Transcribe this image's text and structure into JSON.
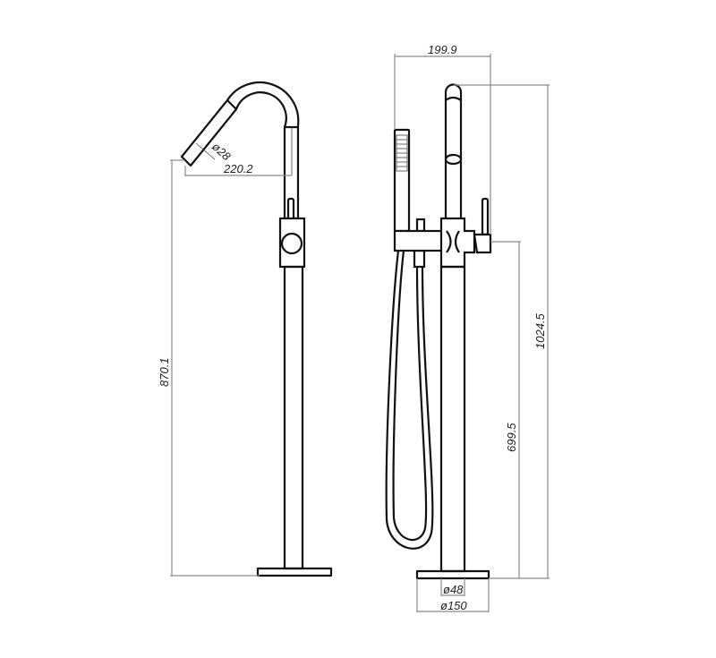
{
  "drawing": {
    "side_view": {
      "dimensions": {
        "spout_diameter": "ø28",
        "spout_reach": "220.2",
        "spout_height": "870.1"
      }
    },
    "front_view": {
      "dimensions": {
        "overall_width": "199.9",
        "overall_height": "1024.5",
        "handle_height": "699.5",
        "column_diameter": "ø48",
        "base_diameter": "ø150"
      }
    },
    "colors": {
      "line": "#111111",
      "dimension_line": "#8a8a8a",
      "background": "#ffffff"
    }
  }
}
